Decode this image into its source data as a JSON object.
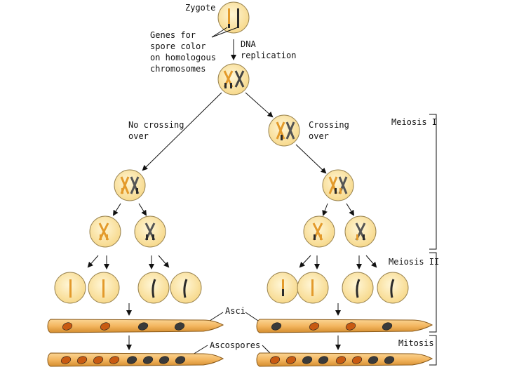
{
  "labels": {
    "zygote": "Zygote",
    "genes_line1": "Genes for",
    "genes_line2": "spore color",
    "genes_line3": "on homologous",
    "genes_line4": "chromosomes",
    "dna_line1": "DNA",
    "dna_line2": "replication",
    "no_cross_line1": "No crossing",
    "no_cross_line2": "over",
    "cross_line1": "Crossing",
    "cross_line2": "over",
    "meiosis1": "Meiosis I",
    "meiosis2": "Meiosis II",
    "mitosis": "Mitosis",
    "asci": "Asci",
    "ascospores": "Ascospores"
  },
  "colors": {
    "cell_fill": "#fbe5a8",
    "cell_stroke": "#8a7a4a",
    "orange_allele": "#e39a2b",
    "dark_allele": "#2b2b2b",
    "gray_allele": "#6e6e6e",
    "ascus_fill": "#f0b35c",
    "spore_orange": "#c85a12",
    "spore_dark": "#3a3a3a"
  },
  "asci_spore_colors": {
    "left_ascus": [
      "orange",
      "orange",
      "dark",
      "dark"
    ],
    "right_ascus": [
      "dark",
      "orange",
      "orange",
      "dark"
    ],
    "left_ascospores": [
      "orange",
      "orange",
      "orange",
      "orange",
      "dark",
      "dark",
      "dark",
      "dark"
    ],
    "right_ascospores": [
      "orange",
      "orange",
      "dark",
      "dark",
      "orange",
      "orange",
      "dark",
      "dark"
    ]
  }
}
